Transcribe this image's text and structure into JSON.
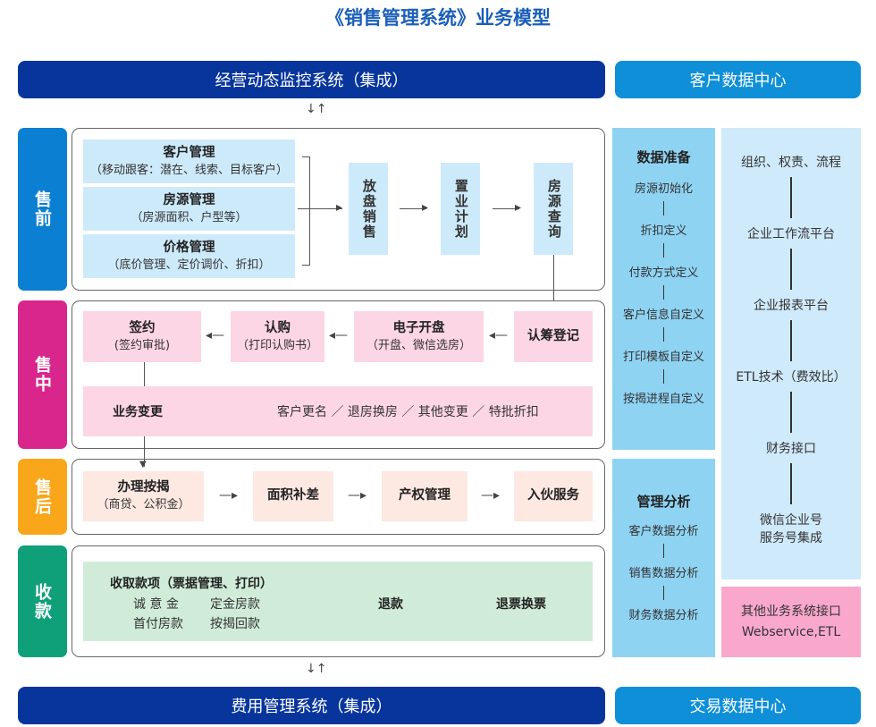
{
  "title": "《销售管理系统》业务模型",
  "top_bar": "经营动态监控系统（集成）",
  "bottom_bar": "费用管理系统（集成）",
  "right_top": "客户数据中心",
  "right_bottom": "交易数据中心",
  "sync_arrows": "↓↑",
  "colors": {
    "dark_blue": "#07359c",
    "light_blue": "#0e8fd8",
    "presale": "#0b7fd1",
    "insale": "#d9268c",
    "aftersale": "#f9a61a",
    "payment": "#0fa07a"
  },
  "presale": {
    "label": "售前",
    "items": [
      {
        "title": "客户管理",
        "sub": "（移动跟客：潜在、线索、目标客户）"
      },
      {
        "title": "房源管理",
        "sub": "（房源面积、户型等）"
      },
      {
        "title": "价格管理",
        "sub": "（底价管理、定价调价、折扣）"
      }
    ],
    "flow": [
      "放盘销售",
      "置业计划",
      "房源查询"
    ]
  },
  "insale": {
    "label": "售中",
    "flow": [
      {
        "title": "签约",
        "sub": "(签约审批)"
      },
      {
        "title": "认购",
        "sub": "（打印认购书）"
      },
      {
        "title": "电子开盘",
        "sub": "（开盘、微信选房）"
      },
      {
        "title": "认筹登记",
        "sub": ""
      }
    ],
    "change_title": "业务变更",
    "changes": "客户更名 ／ 退房换房 ／ 其他变更 ／ 特批折扣"
  },
  "aftersale": {
    "label": "售后",
    "flow": [
      {
        "title": "办理按揭",
        "sub": "（商贷、公积金）"
      },
      {
        "title": "面积补差"
      },
      {
        "title": "产权管理"
      },
      {
        "title": "入伙服务"
      }
    ]
  },
  "payment": {
    "label": "收款",
    "title": "收取款项（票据管理、打印）",
    "row1a": "诚 意 金",
    "row1b": "定金房款",
    "row2a": "首付房款",
    "row2b": "按揭回款",
    "refund": "退款",
    "reissue": "退票换票"
  },
  "data_prep": {
    "title": "数据准备",
    "items": [
      "房源初始化",
      "折扣定义",
      "付款方式定义",
      "客户信息自定义",
      "打印模板自定义",
      "按揭进程自定义"
    ]
  },
  "analysis": {
    "title": "管理分析",
    "items": [
      "客户数据分析",
      "销售数据分析",
      "财务数据分析"
    ]
  },
  "platform": {
    "items": [
      "组织、权责、流程",
      "企业工作流平台",
      "企业报表平台",
      "ETL技术（费效比）",
      "财务接口"
    ],
    "last1": "微信企业号",
    "last2": "服务号集成"
  },
  "other": {
    "line1": "其他业务系统接口",
    "line2": "Webservice,ETL"
  }
}
